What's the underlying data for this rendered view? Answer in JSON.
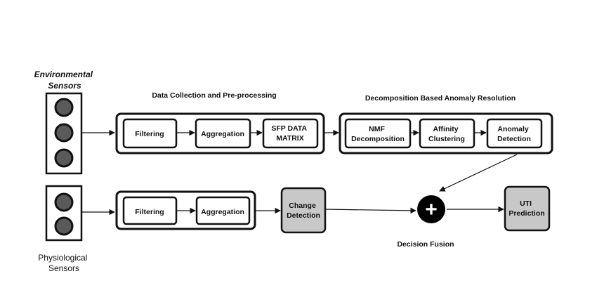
{
  "environmental_label": [
    "Environmental",
    "Sensors"
  ],
  "physiological_label": [
    "Physiological",
    "Sensors"
  ],
  "section_titles": {
    "data_collection": "Data Collection and Pre-processing",
    "decomposition": "Decomposition Based Anomaly Resolution"
  },
  "boxes": {
    "filtering_env": [
      "Filtering"
    ],
    "aggregation_env": [
      "Aggregation"
    ],
    "sfp_matrix": [
      "SFP DATA",
      "MATRIX"
    ],
    "nmf": [
      "NMF",
      "Decomposition"
    ],
    "affinity": [
      "Affinity",
      "Clustering"
    ],
    "anomaly": [
      "Anomaly",
      "Detection"
    ],
    "filtering_phys": [
      "Filtering"
    ],
    "aggregation_phys": [
      "Aggregation"
    ],
    "change_detection": [
      "Change",
      "Detection"
    ],
    "uti_prediction": [
      "UTI",
      "Prediction"
    ]
  },
  "fusion_symbol": "+",
  "fusion_label": "Decision Fusion",
  "colors": {
    "stroke": "#111111",
    "sensor_fill": "#5a5a5a",
    "highlight_box": "#c8c8c8",
    "fusion_fill": "#000000"
  }
}
